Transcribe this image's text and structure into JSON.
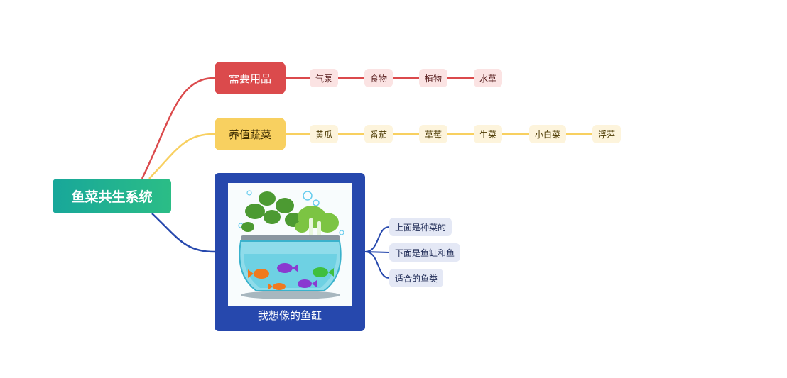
{
  "root": {
    "label": "鱼菜共生系统"
  },
  "branches": [
    {
      "label": "需要用品",
      "color": "#db4a4c",
      "items": [
        "气泵",
        "食物",
        "植物",
        "水草"
      ]
    },
    {
      "label": "养值蔬菜",
      "color": "#f8d060",
      "items": [
        "黄瓜",
        "番茄",
        "草莓",
        "生菜",
        "小白菜",
        "浮萍"
      ]
    },
    {
      "label": "我想像的鱼缸",
      "color": "#2648ad",
      "items": [
        "上面是种菜的",
        "下面是鱼缸和鱼",
        "适合的鱼类"
      ]
    }
  ],
  "image_icon": "aquaponics-fishbowl-illustration"
}
